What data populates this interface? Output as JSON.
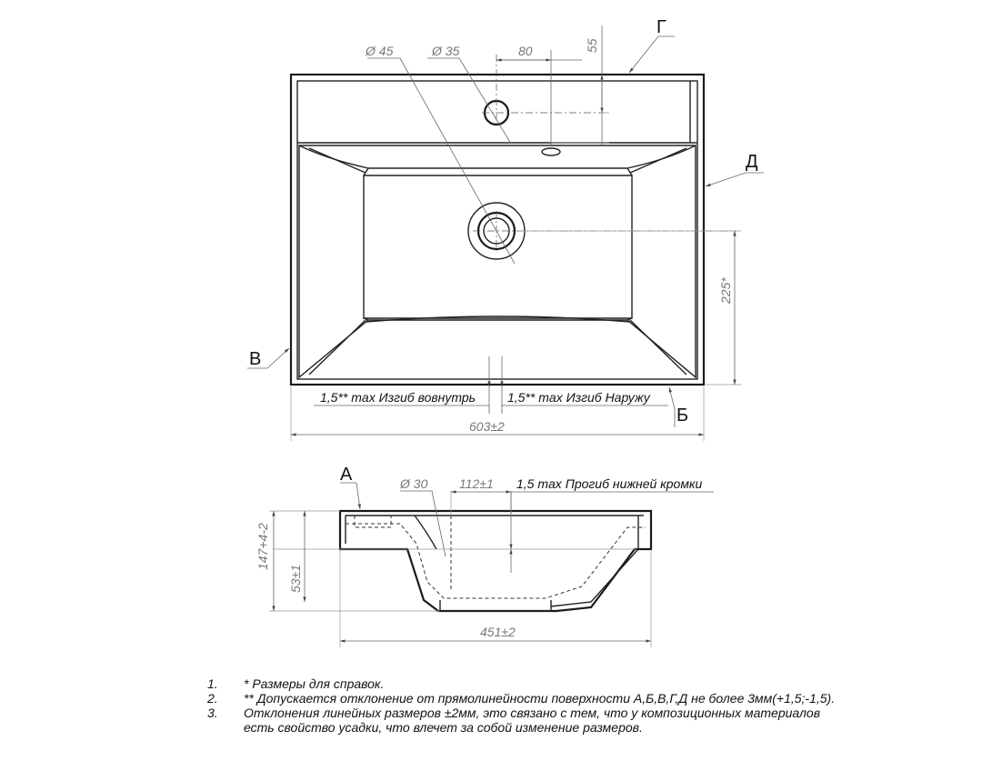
{
  "top_view": {
    "dims": {
      "d45": "Ø 45",
      "d35": "Ø 35",
      "d80": "80",
      "d55": "55",
      "d225": "225*",
      "d603": "603±2"
    },
    "callouts": {
      "inward": "1,5** max Изгиб вовнутрь",
      "outward": "1,5** max Изгиб Наружу"
    },
    "letters": {
      "g": "Г",
      "d": "Д",
      "v": "В",
      "b": "Б"
    }
  },
  "side_view": {
    "dims": {
      "d30": "Ø 30",
      "d112": "112±1",
      "d147": "147+4-2",
      "d53": "53±1",
      "d451": "451±2"
    },
    "callout": "1,5 max Прогиб нижней кромки",
    "letters": {
      "a": "А"
    }
  },
  "notes": [
    {
      "num": "1.",
      "text": "*  Размеры для справок."
    },
    {
      "num": "2.",
      "text": "**  Допускается отклонение от прямолинейности поверхности А,Б,В,Г,Д не более 3мм(+1,5;-1,5)."
    },
    {
      "num": "3.",
      "text": "Отклонения линейных размеров ±2мм, это связано с тем, что у композиционных материалов есть свойство усадки, что влечет за собой изменение размеров."
    }
  ]
}
